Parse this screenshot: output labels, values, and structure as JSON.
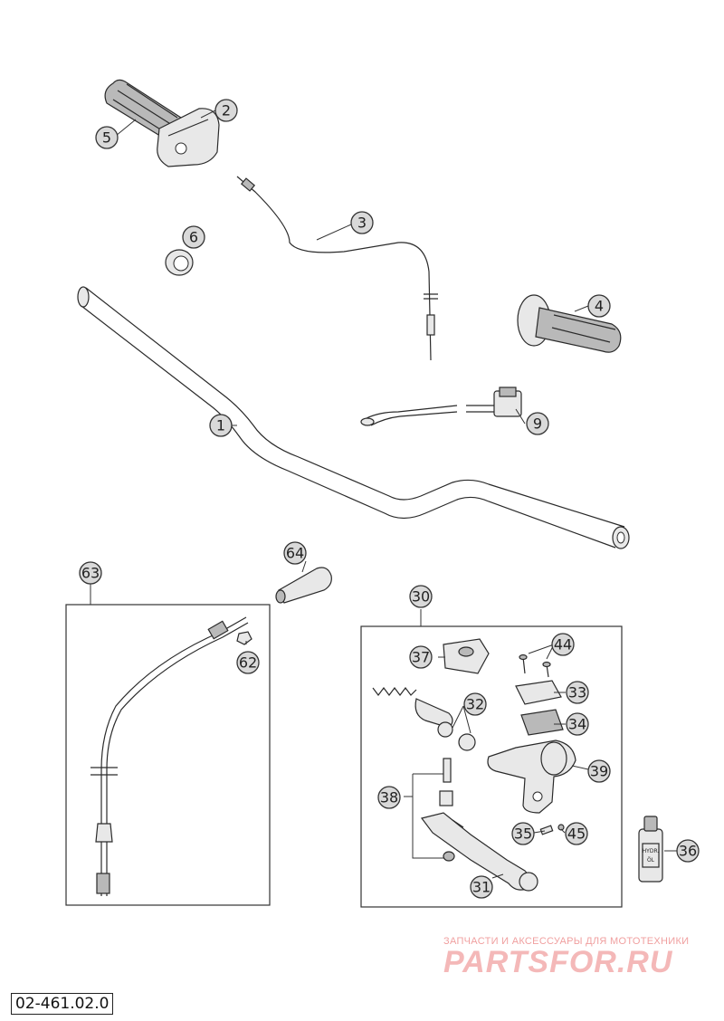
{
  "callouts": {
    "c1": "1",
    "c2": "2",
    "c3": "3",
    "c4": "4",
    "c5": "5",
    "c6": "6",
    "c9": "9",
    "c30": "30",
    "c31": "31",
    "c32": "32",
    "c33": "33",
    "c34": "34",
    "c35": "35",
    "c36": "36",
    "c37": "37",
    "c38": "38",
    "c39": "39",
    "c44": "44",
    "c45": "45",
    "c62": "62",
    "c63": "63",
    "c64": "64"
  },
  "bottle_label": "HYDR.\nÖL",
  "watermark": {
    "subtitle": "ЗАПЧАСТИ И АКСЕССУАРЫ ДЛЯ МОТОТЕХНИКИ",
    "brand": "PARTSFOR.RU"
  },
  "diagram_code": "02-461.02.0"
}
